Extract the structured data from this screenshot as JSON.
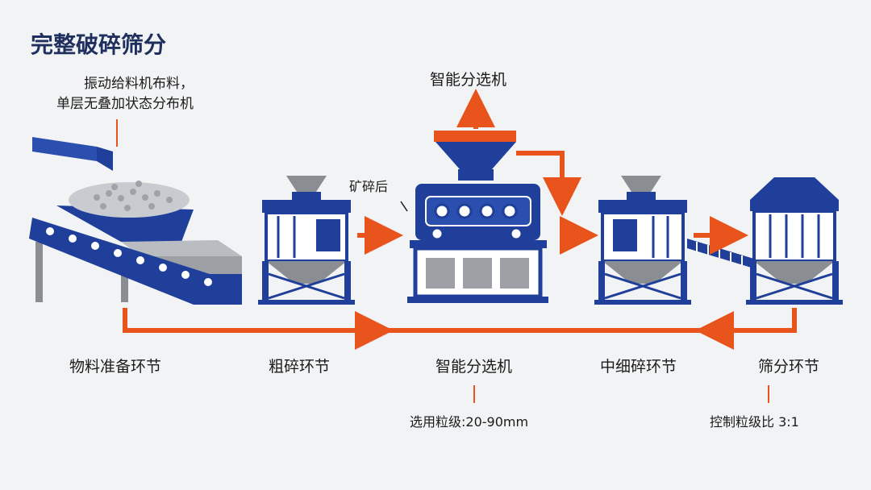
{
  "title": "完整破碎筛分",
  "feeder_note": "振动给料机布料，\n单层无叠加状态分布机",
  "labels": {
    "top_sorter": "智能分选机",
    "after_crush": "矿碎后"
  },
  "stages": [
    {
      "label": "物料准备环节"
    },
    {
      "label": "粗碎环节"
    },
    {
      "label": "智能分选机",
      "note": "选用粒级:20-90mm"
    },
    {
      "label": "中细碎环节"
    },
    {
      "label": "筛分环节",
      "note": "控制粒级比 3:1"
    }
  ],
  "colors": {
    "blue": "#1f3f9a",
    "orange": "#e8541c",
    "gray": "#8a8d92",
    "title": "#1f2f5e"
  }
}
